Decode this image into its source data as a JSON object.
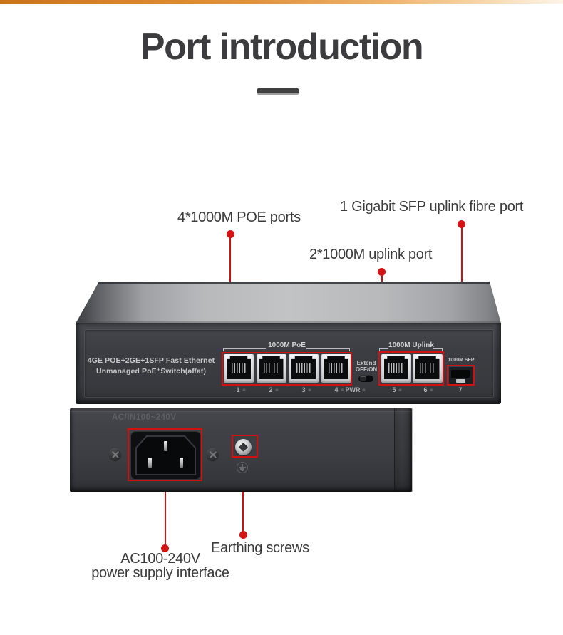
{
  "header": {
    "title": "Port introduction"
  },
  "callouts": {
    "poe_ports": "4*1000M POE ports",
    "sfp_uplink": "1 Gigabit SFP uplink fibre port",
    "uplink_ports": "2*1000M uplink port",
    "earthing_screws": "Earthing screws",
    "power_supply_line1": "AC100-240V",
    "power_supply_line2": "power supply interface"
  },
  "front_panel": {
    "print_line1": "4GE POE+2GE+1SFP Fast Ethernet",
    "print_line2": "Unmanaged PoE⁺Switch(af/at)",
    "poe_group_label": "1000M PoE",
    "uplink_group_label": "1000M Uplink",
    "sfp_port_label": "1000M SFP",
    "extend_switch_line1": "Extend",
    "extend_switch_line2": "OFF/ON",
    "power_led_label": "PWR",
    "port_numbers": [
      "1",
      "2",
      "3",
      "4",
      "5",
      "6",
      "7"
    ]
  },
  "rear_panel": {
    "ac_input_print": "AC/IN100~240V"
  },
  "colors": {
    "annotation_red": "#cf1111",
    "top_bar_orange": "#d9832a",
    "title_gray": "#3c3c3e",
    "chassis_dark": "#3b3d42",
    "chassis_lid_gray": "#b7b9bb"
  }
}
